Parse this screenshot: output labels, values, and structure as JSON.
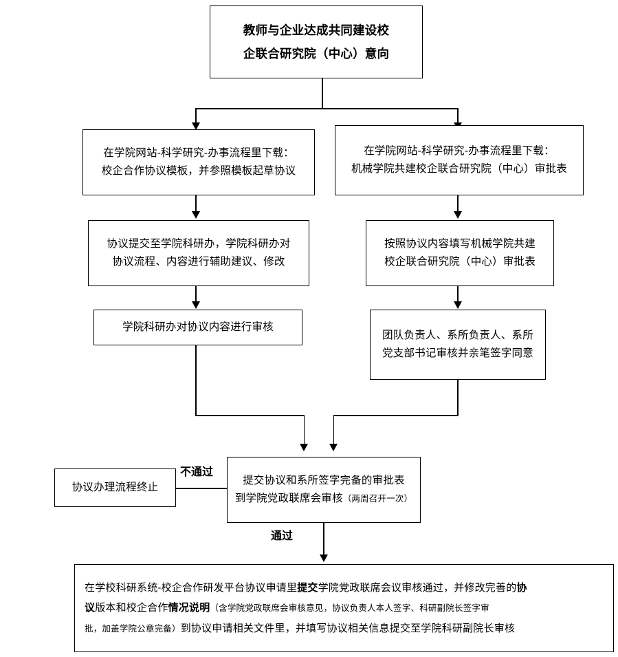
{
  "diagram": {
    "title_node": {
      "id": "start",
      "lines": [
        "教师与企业达成共同建设校",
        "企联合研究院（中心）意向"
      ]
    },
    "nodes": [
      {
        "id": "left-download",
        "lines": [
          "在学院网站-科学研究-办事流程里下载：",
          "校企合作协议模板，并参照模板起草协议"
        ]
      },
      {
        "id": "right-download",
        "lines": [
          "在学院网站-科学研究-办事流程里下载：",
          "机械学院共建校企联合研究院（中心）审批表"
        ]
      },
      {
        "id": "left-submit-office",
        "lines": [
          "协议提交至学院科研办，学院科研办对",
          "协议流程、内容进行辅助建议、修改"
        ]
      },
      {
        "id": "right-fill-form",
        "lines": [
          "按照协议内容填写机械学院共建",
          "校企联合研究院（中心）审批表"
        ]
      },
      {
        "id": "left-office-review",
        "lines": [
          "学院科研办对协议内容进行审核"
        ]
      },
      {
        "id": "right-leader-sign",
        "lines": [
          "团队负责人、系所负责人、系所",
          "党支部书记审核并亲笔签字同意"
        ]
      },
      {
        "id": "joint-meeting",
        "line1": "提交协议和系所签字完备的审批表",
        "line2_main": "到学院党政联席会审核",
        "line2_note": "（两周召开一次）"
      },
      {
        "id": "terminate",
        "lines": [
          "协议办理流程终止"
        ]
      }
    ],
    "final_node": {
      "id": "final-system-submit",
      "line1": {
        "seg1": "在学校科研系统-校企合作研发平台协议申请里",
        "seg2_bold": "提交",
        "seg3": "学院党政联席会议审核通过，并修改完善的",
        "seg4_bold": "协"
      },
      "line2": {
        "seg1_bold": "议",
        "seg2": "版本和校企合作",
        "seg3_bold": "情况说明",
        "seg4_note": "（含学院党政联席会审核意见，协议负责人本人签字、科研副院长签字审"
      },
      "line3": {
        "seg1_note": "批，加盖学院公章完备）",
        "seg2": "到协议申请相关文件里，并填写协议相关信息提交至学院科研副院长审核"
      }
    },
    "edge_labels": {
      "fail": "不通过",
      "pass": "通过"
    },
    "colors": {
      "stroke": "#000000",
      "background": "#ffffff",
      "text": "#000000"
    }
  }
}
